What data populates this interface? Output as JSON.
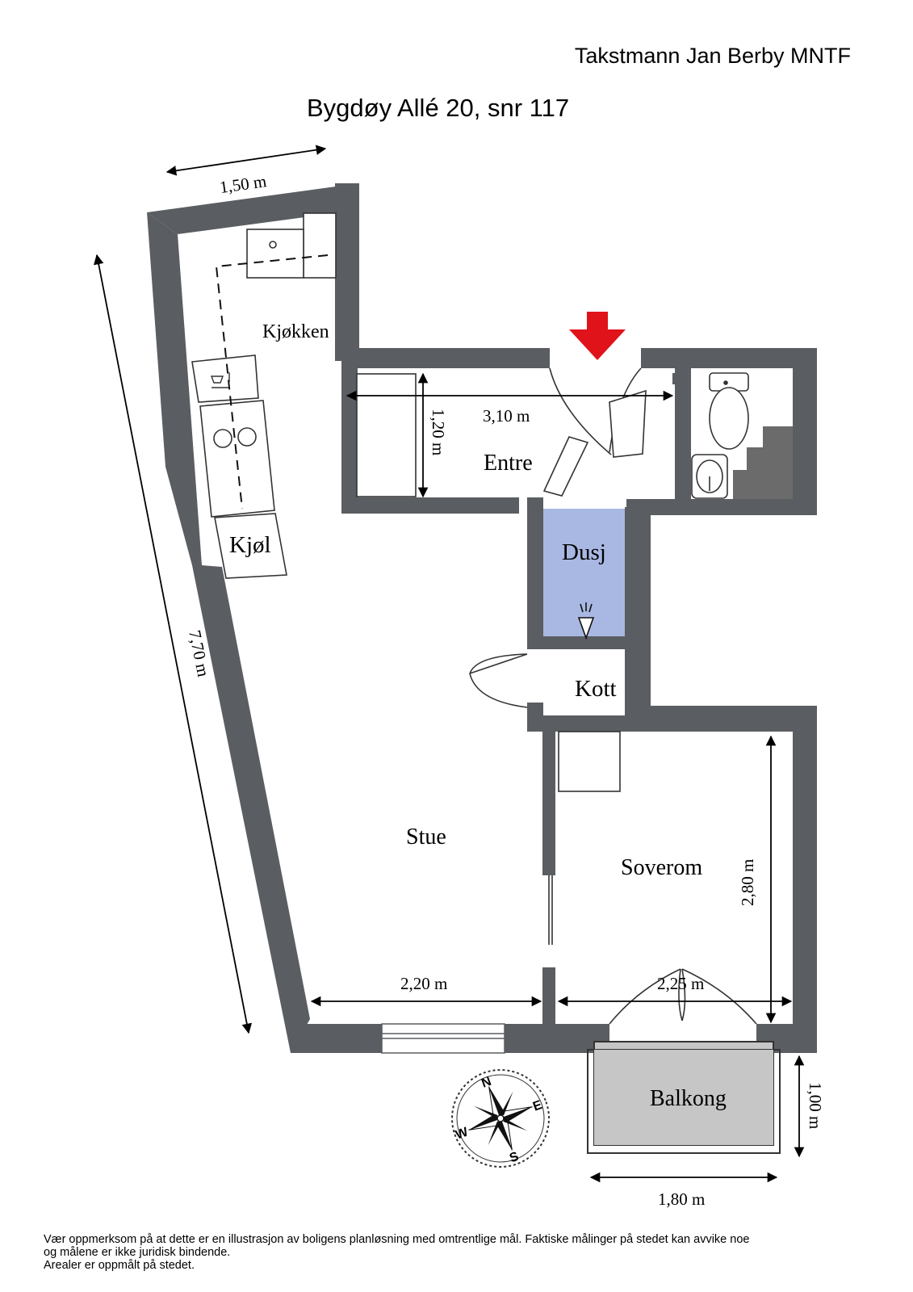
{
  "header": {
    "company": "Takstmann Jan Berby MNTF",
    "address": "Bygdøy Allé 20, snr 117"
  },
  "rooms": {
    "kitchen": "Kjøkken",
    "fridge": "Kjøl",
    "entry": "Entre",
    "shower": "Dusj",
    "closet": "Kott",
    "living": "Stue",
    "bedroom": "Soverom",
    "balcony": "Balkong"
  },
  "dimensions": {
    "kitchen_width": "1,50 m",
    "left_wall": "7,70 m",
    "entry_width": "3,10 m",
    "entry_depth": "1,20 m",
    "living_width": "2,20 m",
    "bedroom_width": "2,25 m",
    "bedroom_depth": "2,80 m",
    "balcony_depth": "1,00 m",
    "balcony_width": "1,80 m"
  },
  "compass": {
    "n": "N",
    "e": "E",
    "s": "S",
    "w": "W"
  },
  "disclaimer": {
    "line1": "Vær oppmerksom på at dette er en illustrasjon av boligens planløsning med omtrentlige mål. Faktiske målinger på stedet kan avvike noe",
    "line2": "og målene er ikke juridisk bindende.",
    "line3": "Arealer er oppmålt på stedet."
  },
  "colors": {
    "wall": "#5a5d61",
    "shower": "#a8b8e2",
    "balcony": "#c6c6c6",
    "entry_arrow": "#e0121a",
    "bathroom_fixture": "#6b6b6b"
  }
}
